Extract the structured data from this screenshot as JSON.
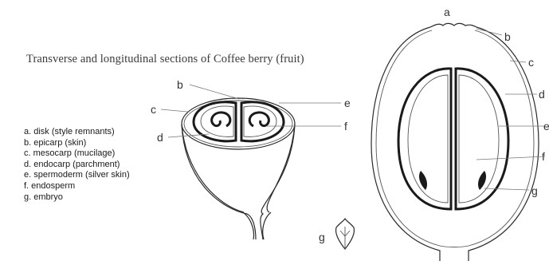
{
  "title": "Transverse and longitudinal sections of Coffee berry (fruit)",
  "legend": [
    "a. disk (style remnants)",
    "b. epicarp (skin)",
    "c. mesocarp (mucilage)",
    "d. endocarp (parchment)",
    "e. spermoderm (silver skin)",
    "f. endosperm",
    "g. embryo"
  ],
  "transverse_labels": {
    "b": "b",
    "c": "c",
    "d": "d",
    "e": "e",
    "f": "f"
  },
  "embryo_label": "g",
  "longitudinal_labels": {
    "a": "a",
    "b": "b",
    "c": "c",
    "d": "d",
    "e": "e",
    "f": "f",
    "g": "g"
  }
}
